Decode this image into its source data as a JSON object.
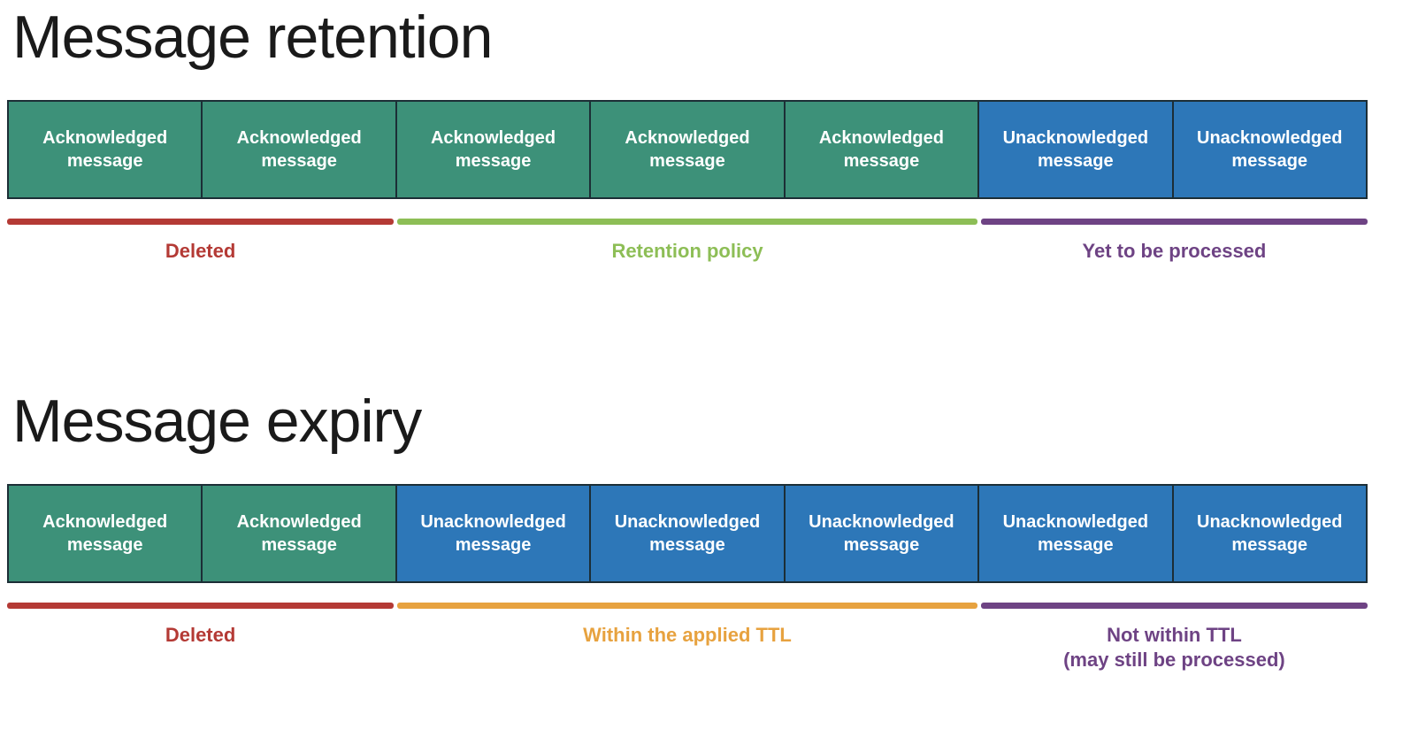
{
  "colors": {
    "acknowledged": "#3d9179",
    "unacknowledged": "#2d77b8",
    "deleted": "#b43a35",
    "retention": "#8dbe56",
    "pending": "#6e4384",
    "ttl": "#e7a23f"
  },
  "sections": [
    {
      "title": "Message retention",
      "boxes": [
        {
          "type": "acknowledged",
          "label": "Acknowledged\nmessage"
        },
        {
          "type": "acknowledged",
          "label": "Acknowledged\nmessage"
        },
        {
          "type": "acknowledged",
          "label": "Acknowledged\nmessage"
        },
        {
          "type": "acknowledged",
          "label": "Acknowledged\nmessage"
        },
        {
          "type": "acknowledged",
          "label": "Acknowledged\nmessage"
        },
        {
          "type": "unacknowledged",
          "label": "Unacknowledged\nmessage"
        },
        {
          "type": "unacknowledged",
          "label": "Unacknowledged\nmessage"
        }
      ],
      "segments": [
        {
          "label": "Deleted",
          "color": "deleted",
          "span": 2
        },
        {
          "label": "Retention policy",
          "color": "retention",
          "span": 3
        },
        {
          "label": "Yet to be processed",
          "color": "pending",
          "span": 2
        }
      ]
    },
    {
      "title": "Message expiry",
      "boxes": [
        {
          "type": "acknowledged",
          "label": "Acknowledged\nmessage"
        },
        {
          "type": "acknowledged",
          "label": "Acknowledged\nmessage"
        },
        {
          "type": "unacknowledged",
          "label": "Unacknowledged\nmessage"
        },
        {
          "type": "unacknowledged",
          "label": "Unacknowledged\nmessage"
        },
        {
          "type": "unacknowledged",
          "label": "Unacknowledged\nmessage"
        },
        {
          "type": "unacknowledged",
          "label": "Unacknowledged\nmessage"
        },
        {
          "type": "unacknowledged",
          "label": "Unacknowledged\nmessage"
        }
      ],
      "segments": [
        {
          "label": "Deleted",
          "color": "deleted",
          "span": 2
        },
        {
          "label": "Within the applied TTL",
          "color": "ttl",
          "span": 3
        },
        {
          "label": "Not within TTL\n(may still be processed)",
          "color": "pending",
          "span": 2
        }
      ]
    }
  ]
}
